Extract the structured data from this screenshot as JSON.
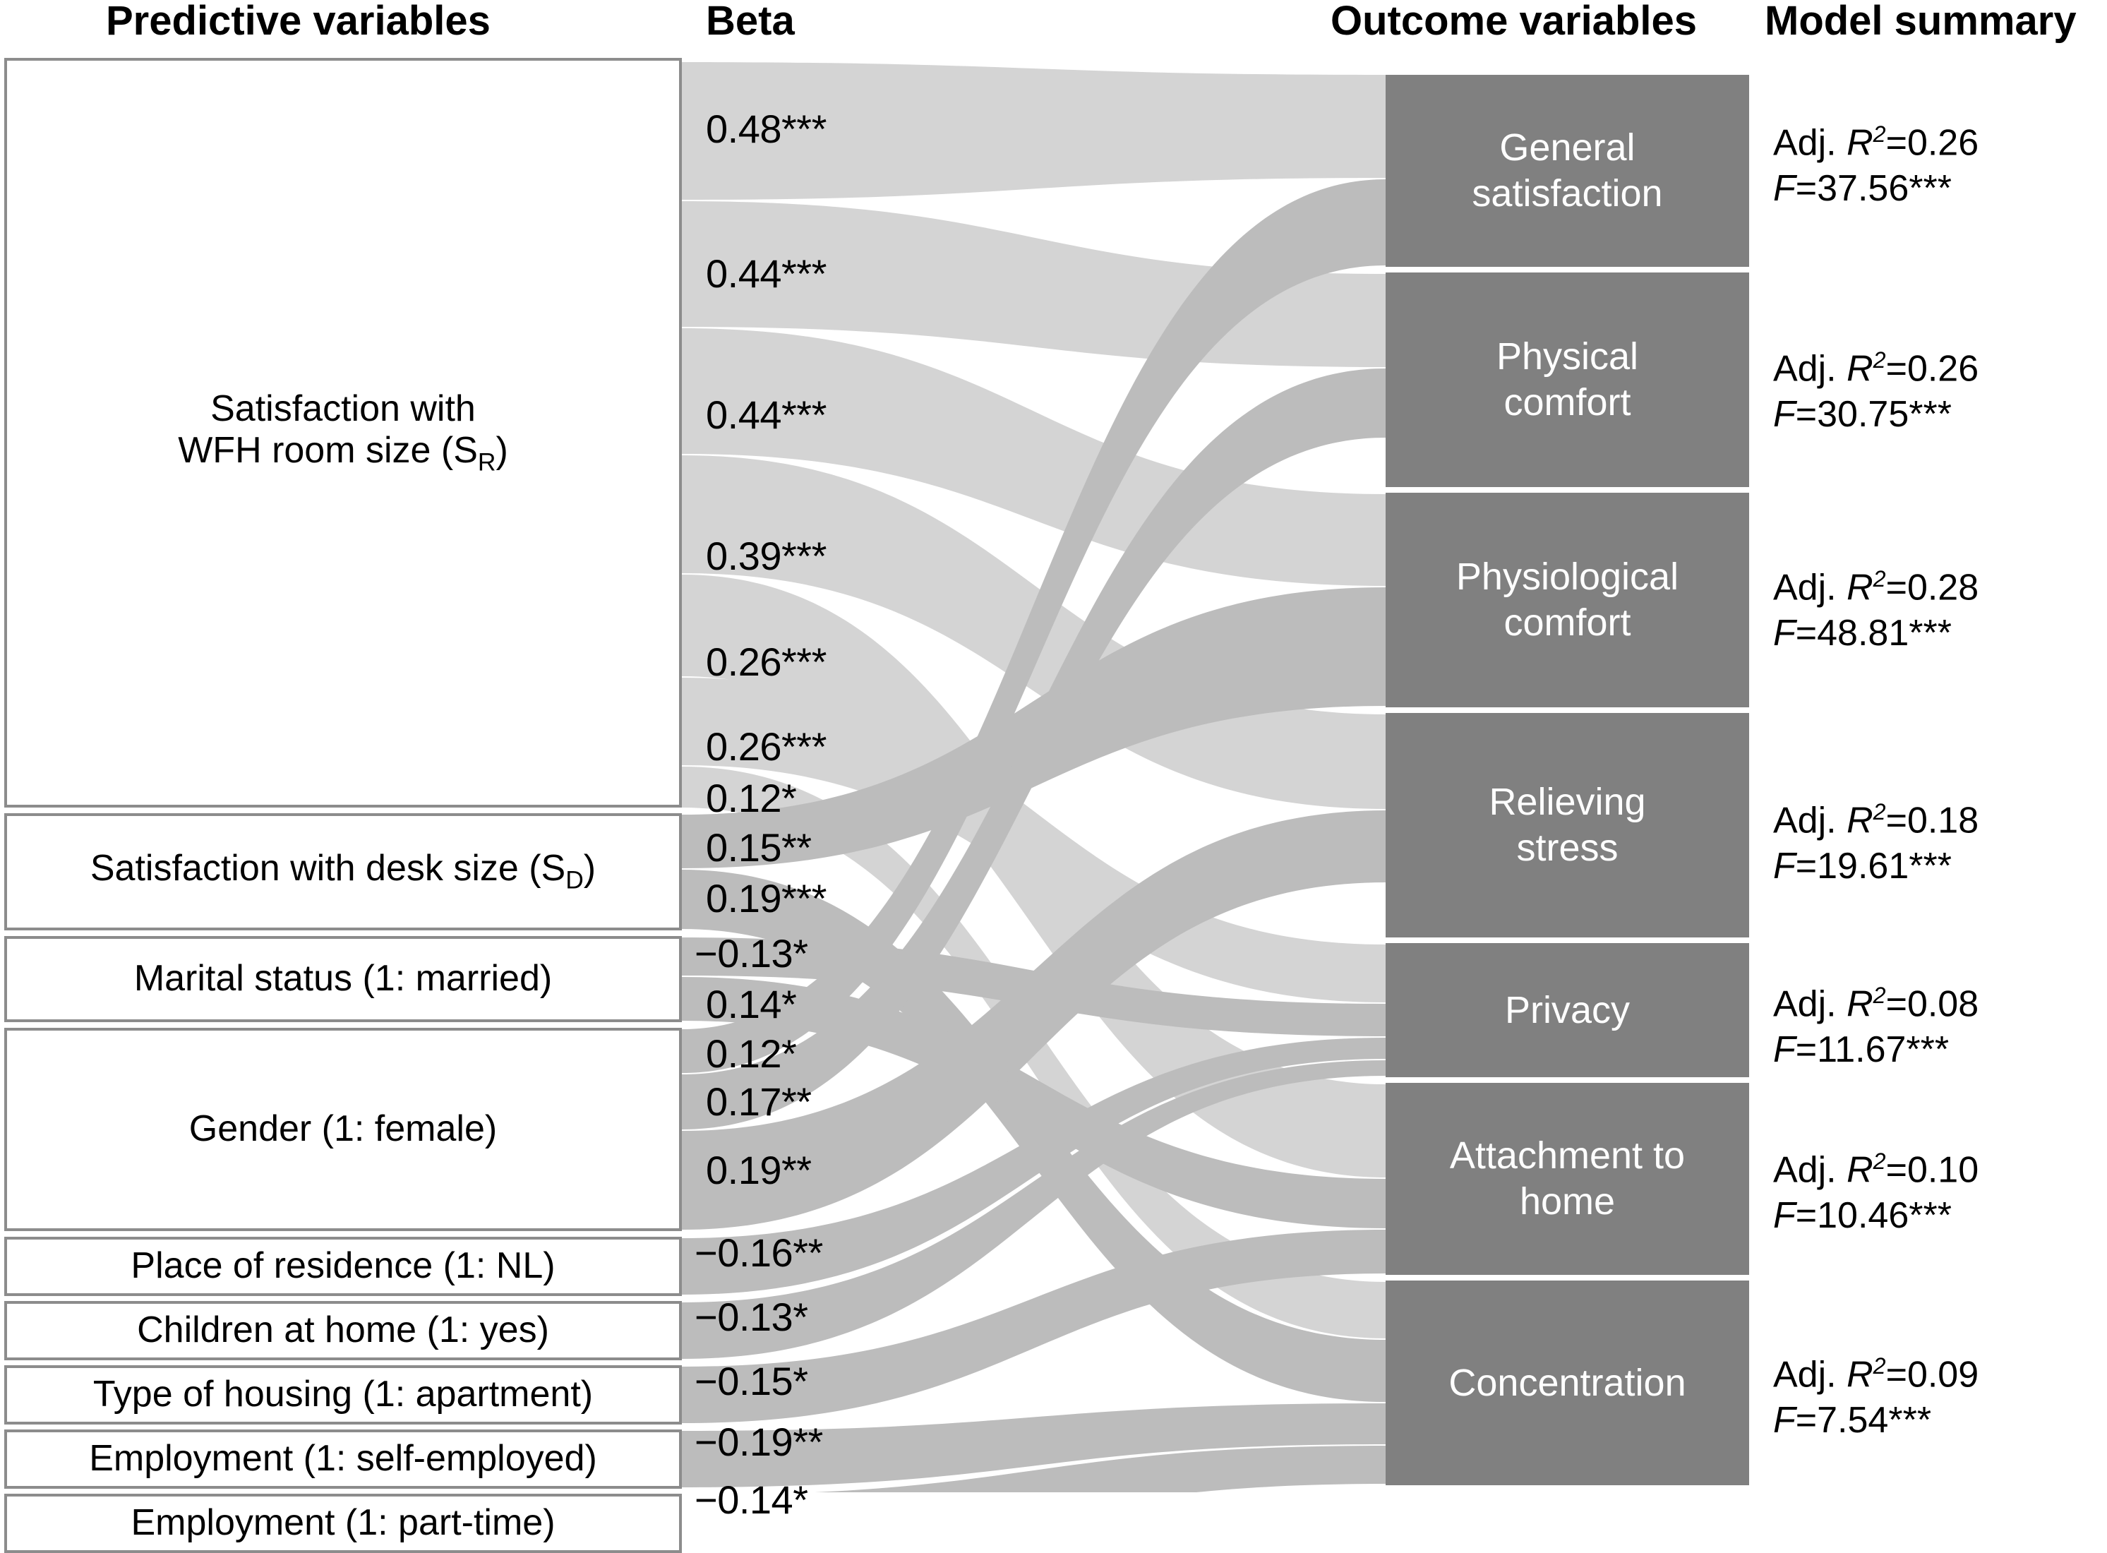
{
  "headers": {
    "predictive": "Predictive variables",
    "beta": "Beta",
    "outcome": "Outcome variables",
    "summary": "Model summary"
  },
  "predictors": [
    {
      "id": "room",
      "label": "Satisfaction with WFH room size (S",
      "sub": "R",
      "label_tail": ")",
      "line1": "Satisfaction with",
      "line2_pre": "WFH room size (S",
      "line2_sub": "R",
      "line2_post": ")"
    },
    {
      "id": "desk",
      "label": "Satisfaction with desk size (S",
      "sub": "D",
      "label_tail": ")"
    },
    {
      "id": "marital",
      "label": "Marital status (1: married)"
    },
    {
      "id": "gender",
      "label": "Gender (1: female)"
    },
    {
      "id": "residence",
      "label": "Place of residence (1: NL)"
    },
    {
      "id": "children",
      "label": "Children at home (1: yes)"
    },
    {
      "id": "housing",
      "label": "Type of housing (1: apartment)"
    },
    {
      "id": "selfemp",
      "label": "Employment (1: self-employed)"
    },
    {
      "id": "parttime",
      "label": "Employment (1: part-time)"
    }
  ],
  "outcomes": [
    {
      "id": "general",
      "line1": "General",
      "line2": "satisfaction"
    },
    {
      "id": "physical",
      "line1": "Physical",
      "line2": "comfort"
    },
    {
      "id": "physio",
      "line1": "Physiological",
      "line2": "comfort"
    },
    {
      "id": "stress",
      "line1": "Relieving",
      "line2": "stress"
    },
    {
      "id": "privacy",
      "line1": "Privacy",
      "line2": ""
    },
    {
      "id": "attach",
      "line1": "Attachment to",
      "line2": "home"
    },
    {
      "id": "concentr",
      "line1": "Concentration",
      "line2": ""
    }
  ],
  "model_summary": [
    {
      "outcome": "General satisfaction",
      "r2": "Adj. R2=0.26",
      "r2_value": "0.26",
      "f": "F=37.56***",
      "f_value": "37.56",
      "f_stars": "***"
    },
    {
      "outcome": "Physical comfort",
      "r2": "Adj. R2=0.26",
      "r2_value": "0.26",
      "f": "F=30.75***",
      "f_value": "30.75",
      "f_stars": "***"
    },
    {
      "outcome": "Physiological comfort",
      "r2": "Adj. R2=0.28",
      "r2_value": "0.28",
      "f": "F=48.81***",
      "f_value": "48.81",
      "f_stars": "***"
    },
    {
      "outcome": "Relieving stress",
      "r2": "Adj. R2=0.18",
      "r2_value": "0.18",
      "f": "F=19.61***",
      "f_value": "19.61",
      "f_stars": "***"
    },
    {
      "outcome": "Privacy",
      "r2": "Adj. R2=0.08",
      "r2_value": "0.08",
      "f": "F=11.67***",
      "f_value": "11.67",
      "f_stars": "***"
    },
    {
      "outcome": "Attachment to home",
      "r2": "Adj. R2=0.10",
      "r2_value": "0.10",
      "f": "F=10.46***",
      "f_value": "10.46",
      "f_stars": "***"
    },
    {
      "outcome": "Concentration",
      "r2": "Adj. R2=0.09",
      "r2_value": "0.09",
      "f": "F=7.54***",
      "f_value": "7.54",
      "f_stars": "***"
    }
  ],
  "chart_data": {
    "type": "sankey",
    "title": "Regression results linking predictive variables to WFH outcome variables",
    "colors": {
      "ribbon": "#d4d4d4",
      "ribbon_overlap": "#bcbcbc",
      "outcome_box": "#808080",
      "predictor_box_border": "#8c8c8c",
      "text": "#000000"
    },
    "node_groups": {
      "predictors": [
        "Satisfaction with WFH room size (S_R)",
        "Satisfaction with desk size (S_D)",
        "Marital status (1: married)",
        "Gender (1: female)",
        "Place of residence (1: NL)",
        "Children at home (1: yes)",
        "Type of housing (1: apartment)",
        "Employment (1: self-employed)",
        "Employment (1: part-time)"
      ],
      "outcomes": [
        "General satisfaction",
        "Physical comfort",
        "Physiological comfort",
        "Relieving stress",
        "Privacy",
        "Attachment to home",
        "Concentration"
      ]
    },
    "links": [
      {
        "source": "Satisfaction with WFH room size (S_R)",
        "target": "General satisfaction",
        "beta": 0.48,
        "label": "0.48***",
        "stars": "***"
      },
      {
        "source": "Satisfaction with WFH room size (S_R)",
        "target": "Physical comfort",
        "beta": 0.44,
        "label": "0.44***",
        "stars": "***"
      },
      {
        "source": "Satisfaction with WFH room size (S_R)",
        "target": "Physiological comfort",
        "beta": 0.44,
        "label": "0.44***",
        "stars": "***"
      },
      {
        "source": "Satisfaction with WFH room size (S_R)",
        "target": "Relieving stress",
        "beta": 0.39,
        "label": "0.39***",
        "stars": "***"
      },
      {
        "source": "Satisfaction with WFH room size (S_R)",
        "target": "Attachment to home",
        "beta": 0.26,
        "label": "0.26***",
        "stars": "***"
      },
      {
        "source": "Satisfaction with WFH room size (S_R)",
        "target": "Privacy",
        "beta": 0.26,
        "label": "0.26***",
        "stars": "***"
      },
      {
        "source": "Satisfaction with WFH room size (S_R)",
        "target": "Concentration",
        "beta": 0.12,
        "label": "0.12*",
        "stars": "*"
      },
      {
        "source": "Satisfaction with desk size (S_D)",
        "target": "Physiological comfort",
        "beta": 0.15,
        "label": "0.15**",
        "stars": "**"
      },
      {
        "source": "Satisfaction with desk size (S_D)",
        "target": "Concentration",
        "beta": 0.19,
        "label": "0.19***",
        "stars": "***"
      },
      {
        "source": "Marital status (1: married)",
        "target": "Privacy",
        "beta": -0.13,
        "label": "−0.13*",
        "stars": "*"
      },
      {
        "source": "Marital status (1: married)",
        "target": "Attachment to home",
        "beta": 0.14,
        "label": "0.14*",
        "stars": "*"
      },
      {
        "source": "Gender (1: female)",
        "target": "General satisfaction",
        "beta": 0.12,
        "label": "0.12*",
        "stars": "*"
      },
      {
        "source": "Gender (1: female)",
        "target": "Physical comfort",
        "beta": 0.17,
        "label": "0.17**",
        "stars": "**"
      },
      {
        "source": "Gender (1: female)",
        "target": "Relieving stress",
        "beta": 0.19,
        "label": "0.19**",
        "stars": "**"
      },
      {
        "source": "Place of residence (1: NL)",
        "target": "Privacy",
        "beta": -0.16,
        "label": "−0.16**",
        "stars": "**"
      },
      {
        "source": "Children at home (1: yes)",
        "target": "Privacy",
        "beta": -0.13,
        "label": "−0.13*",
        "stars": "*"
      },
      {
        "source": "Type of housing (1: apartment)",
        "target": "Attachment to home",
        "beta": -0.15,
        "label": "−0.15*",
        "stars": "*"
      },
      {
        "source": "Employment (1: self-employed)",
        "target": "Concentration",
        "beta": -0.19,
        "label": "−0.19**",
        "stars": "**"
      },
      {
        "source": "Employment (1: part-time)",
        "target": "Concentration",
        "beta": -0.14,
        "label": "−0.14*",
        "stars": "*"
      }
    ],
    "beta_labels": [
      "0.48***",
      "0.44***",
      "0.44***",
      "0.39***",
      "0.26***",
      "0.26***",
      "0.12*",
      "0.15**",
      "0.19***",
      "−0.13*",
      "0.14*",
      "0.12*",
      "0.17**",
      "0.19**",
      "−0.16**",
      "−0.13*",
      "−0.15*",
      "−0.19**",
      "−0.14*"
    ],
    "model_fit": {
      "General satisfaction": {
        "adj_r2": 0.26,
        "F": 37.56,
        "sig": "***"
      },
      "Physical comfort": {
        "adj_r2": 0.26,
        "F": 30.75,
        "sig": "***"
      },
      "Physiological comfort": {
        "adj_r2": 0.28,
        "F": 48.81,
        "sig": "***"
      },
      "Relieving stress": {
        "adj_r2": 0.18,
        "F": 19.61,
        "sig": "***"
      },
      "Privacy": {
        "adj_r2": 0.08,
        "F": 11.67,
        "sig": "***"
      },
      "Attachment to home": {
        "adj_r2": 0.1,
        "F": 10.46,
        "sig": "***"
      },
      "Concentration": {
        "adj_r2": 0.09,
        "F": 7.54,
        "sig": "***"
      }
    }
  }
}
